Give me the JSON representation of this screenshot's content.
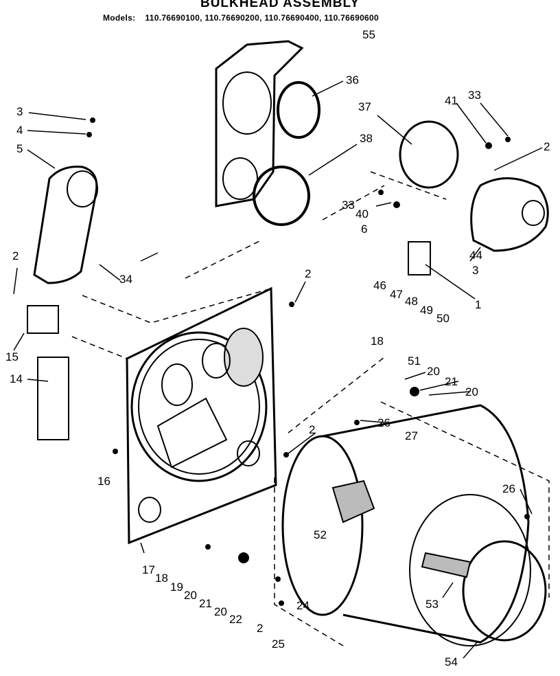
{
  "title": "BULKHEAD ASSEMBLY",
  "models_label": "Models:",
  "models": "110.76690100, 110.76690200, 110.76690400, 110.76690600",
  "callouts": [
    "55",
    "36",
    "37",
    "38",
    "33",
    "41",
    "2",
    "3",
    "4",
    "5",
    "33",
    "40",
    "6",
    "44",
    "3",
    "1",
    "2",
    "34",
    "2",
    "15",
    "46",
    "47",
    "48",
    "49",
    "50",
    "18",
    "51",
    "20",
    "21",
    "20",
    "14",
    "2",
    "26",
    "27",
    "16",
    "26",
    "52",
    "53",
    "17",
    "18",
    "19",
    "20",
    "21",
    "20",
    "22",
    "24",
    "2",
    "25",
    "54"
  ]
}
